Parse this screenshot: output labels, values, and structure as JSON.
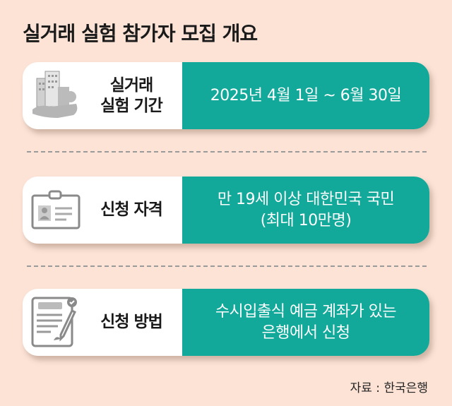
{
  "title": "실거래 실험 참가자 모집 개요",
  "rows": [
    {
      "icon": "building-hand-icon",
      "label_lines": [
        "실거래",
        "실험 기간"
      ],
      "value_lines": [
        "2025년 4월 1일 ~ 6월 30일"
      ]
    },
    {
      "icon": "id-card-icon",
      "label_lines": [
        "신청 자격"
      ],
      "value_lines": [
        "만 19세 이상 대한민국 국민",
        "(최대 10만명)"
      ]
    },
    {
      "icon": "document-pen-icon",
      "label_lines": [
        "신청 방법"
      ],
      "value_lines": [
        "수시입출식 예금 계좌가 있는",
        "은행에서 신청"
      ]
    }
  ],
  "source": "자료 : 한국은행",
  "colors": {
    "background": "#fce3d6",
    "accent": "#12a99a"
  }
}
